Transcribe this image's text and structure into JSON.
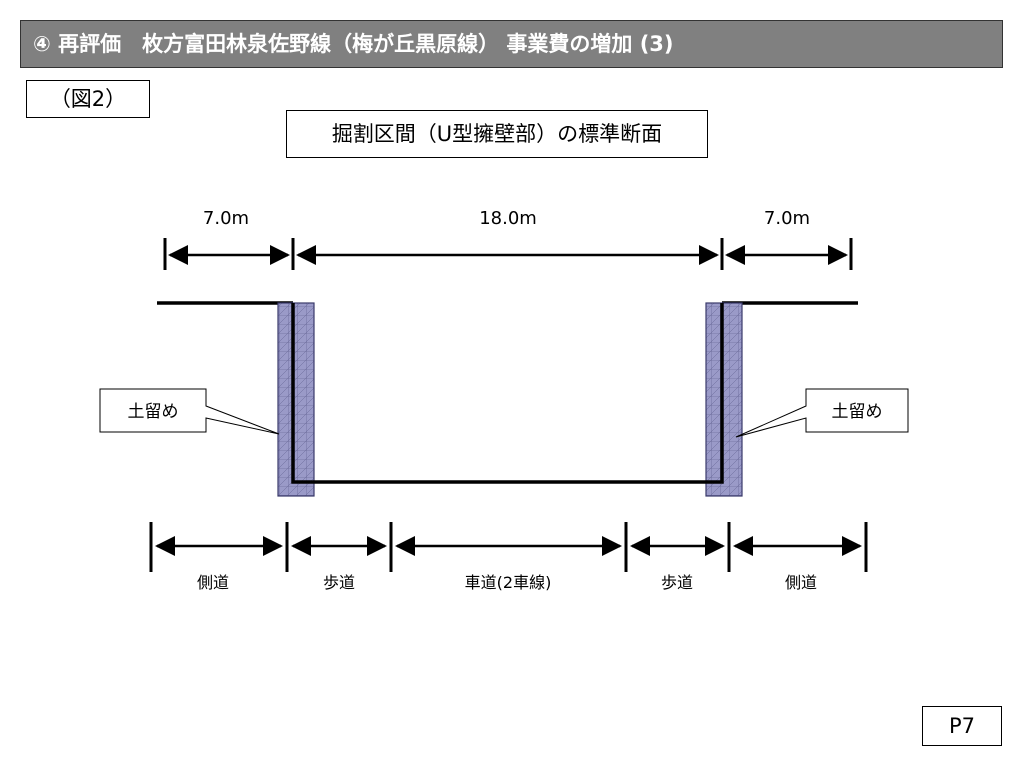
{
  "slide": {
    "title": "④ 再評価　枚方富田林泉佐野線（梅が丘黒原線） 事業費の増加 (3)",
    "figure_label": "（図2）",
    "section_title": "掘割区間（U型擁壁部）の標準断面",
    "page_number": "P7"
  },
  "diagram": {
    "top_dimensions": [
      "7.0m",
      "18.0m",
      "7.0m"
    ],
    "callouts": {
      "left": "土留め",
      "right": "土留め"
    },
    "bottom_labels": [
      "側道",
      "歩道",
      "車道(2車線)",
      "歩道",
      "側道"
    ],
    "colors": {
      "wall_fill": "#9a9ac8",
      "wall_stroke": "#3a3a6a",
      "title_bg": "#808080"
    }
  }
}
